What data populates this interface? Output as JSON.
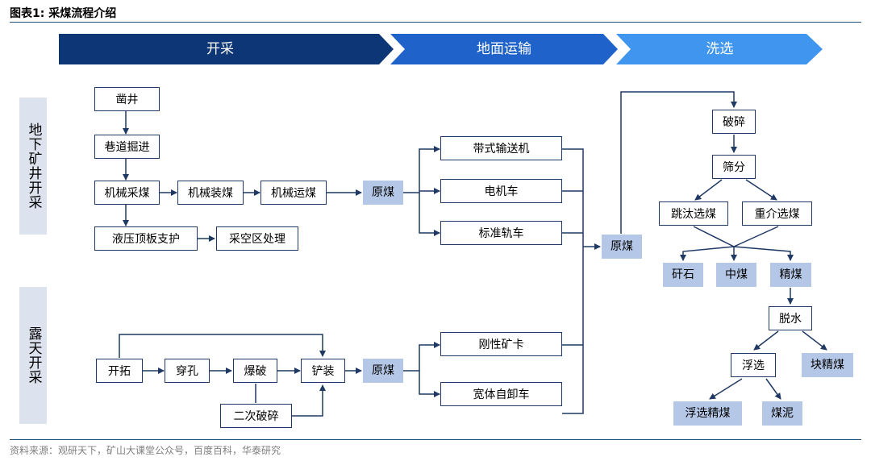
{
  "header": {
    "title": "图表1:    采煤流程介绍"
  },
  "footer": {
    "source": "资料来源：观研天下，矿山大课堂公众号，百度百科，华泰研究"
  },
  "colors": {
    "stage1": "#0d3677",
    "stage2": "#1f62c9",
    "stage3": "#4096ee",
    "box_border": "#1f3864",
    "highlight_fill": "#b4c7e7",
    "side_fill": "#dce3ef"
  },
  "stages": [
    {
      "label": "开采"
    },
    {
      "label": "地面运输"
    },
    {
      "label": "洗选"
    }
  ],
  "sides": {
    "underground": "地下矿井开采",
    "surface": "露天开采"
  },
  "nodes": {
    "shaft": "凿井",
    "roadway": "巷道掘进",
    "mech_mining": "机械采煤",
    "mech_loading": "机械装煤",
    "mech_transport": "机械运煤",
    "raw_coal_ug": "原煤",
    "hydraulic": "液压顶板支护",
    "goaf": "采空区处理",
    "belt": "带式输送机",
    "electric": "电机车",
    "rail": "标准轨车",
    "raw_coal_mid": "原煤",
    "crush": "破碎",
    "screen": "筛分",
    "jig": "跳汰选煤",
    "dense": "重介选煤",
    "gangue": "矸石",
    "middling": "中煤",
    "clean": "精煤",
    "dewater": "脱水",
    "flotation": "浮选",
    "lump": "块精煤",
    "float_clean": "浮选精煤",
    "slime": "煤泥",
    "strip": "开拓",
    "drill": "穿孔",
    "blast": "爆破",
    "shovel": "铲装",
    "secondary": "二次破碎",
    "raw_coal_sf": "原煤",
    "rigid_truck": "刚性矿卡",
    "wide_truck": "宽体自卸车"
  }
}
